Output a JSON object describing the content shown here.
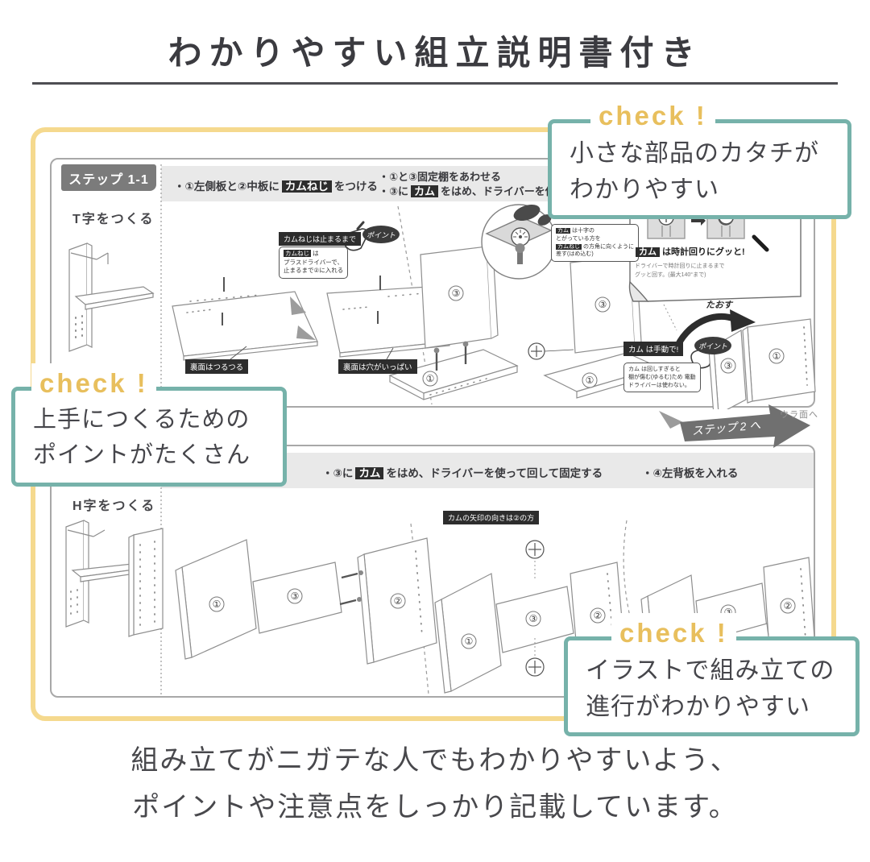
{
  "title": "わかりやすい組立説明書付き",
  "footer": {
    "line1": "組み立てがニガテな人でもわかりやすいよう、",
    "line2": "ポイントや注意点をしっかり記載しています。"
  },
  "check_label": "check !",
  "callouts": {
    "top_right": {
      "line1": "小さな部品のカタチが",
      "line2": "わかりやすい"
    },
    "left": {
      "line1": "上手につくるための",
      "line2": "ポイントがたくさん"
    },
    "bottom_right": {
      "line1": "イラストで組み立ての",
      "line2": "進行がわかりやすい"
    }
  },
  "manual_top": {
    "step_tab": "ステップ 1-1",
    "section_title": "T字をつくる",
    "inst1_pre": "・①左側板と②中板に",
    "inst1_tag": "カムねじ",
    "inst1_post": "をつける",
    "inst2": "・①と③固定棚をあわせる",
    "inst3_pre": "・③に",
    "inst3_tag": "カム",
    "inst3_post": "をはめ、ドライバーを使って回",
    "label_smooth": "裏面はつるつる",
    "label_holes": "裏面は穴がいっぱい",
    "callout_camscrew": "カムねじは止まるまで",
    "point": "ポイント",
    "note_camscrew_tag": "カムねじ",
    "note_camscrew_l1": "は",
    "note_camscrew_l2": "プラスドライバーで、",
    "note_camscrew_l3": "止まるまで②に入れる",
    "note_fit_tag1": "カム",
    "note_fit_l1": "は十字の",
    "note_fit_l2": "とがっている方を",
    "note_fit_tag2": "カムねじ",
    "note_fit_l3": "の方角に向くように",
    "note_fit_l4": "差す(はめ込む)",
    "card_tag": "カム",
    "card_title": "は時計回りにグッと!",
    "card_sub1": "ドライバーで時計回りに止まるまで",
    "card_sub2": "グッと回す。(最大140°まで)",
    "taosu": "たおす",
    "cam_manual_title": "カム は手動で!",
    "cam_manual_l1": "カム は回しすぎると",
    "cam_manual_l2": "棚が傷む(ゆるむ)ため 電動",
    "cam_manual_l3": "ドライバーは使わない。"
  },
  "transition": {
    "step2": "ステップ 2 へ",
    "ura": "ウラ面へ"
  },
  "manual_bottom": {
    "section_title": "H字をつくる",
    "inst1_pre": "・③に",
    "inst1_tag": "カム",
    "inst1_post": "をはめ、ドライバーを使って回して固定する",
    "inst2": "・④左背板を入れる",
    "label_cam_dir": "カムの矢印の向きは②の方"
  },
  "parts": {
    "p1": "①",
    "p2": "②",
    "p3": "③",
    "p4": "④"
  },
  "colors": {
    "gold_border": "#f5d98e",
    "teal_border": "#76b2aa",
    "check_yellow": "#e8bf5d",
    "step_gray": "#7b7b7b"
  }
}
